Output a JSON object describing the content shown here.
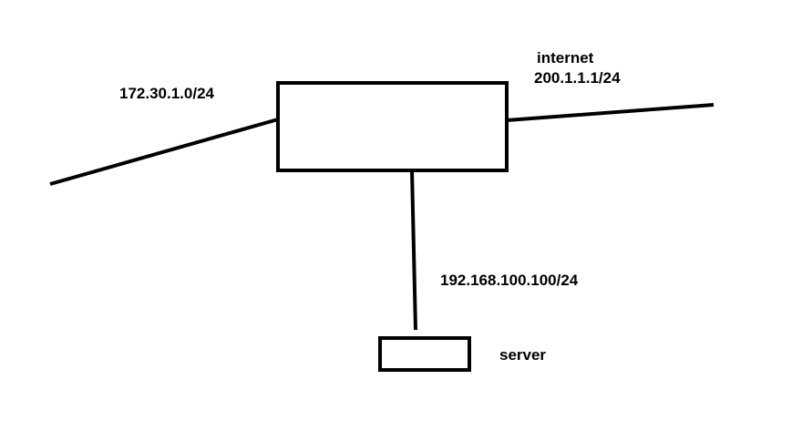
{
  "diagram": {
    "labels": {
      "lan_subnet": "172.30.1.0/24",
      "wan_title": "internet",
      "wan_address": "200.1.1.1/24",
      "server_address": "192.168.100.100/24",
      "server_name": "server"
    },
    "colors": {
      "line": "#000000",
      "background": "#ffffff"
    }
  }
}
